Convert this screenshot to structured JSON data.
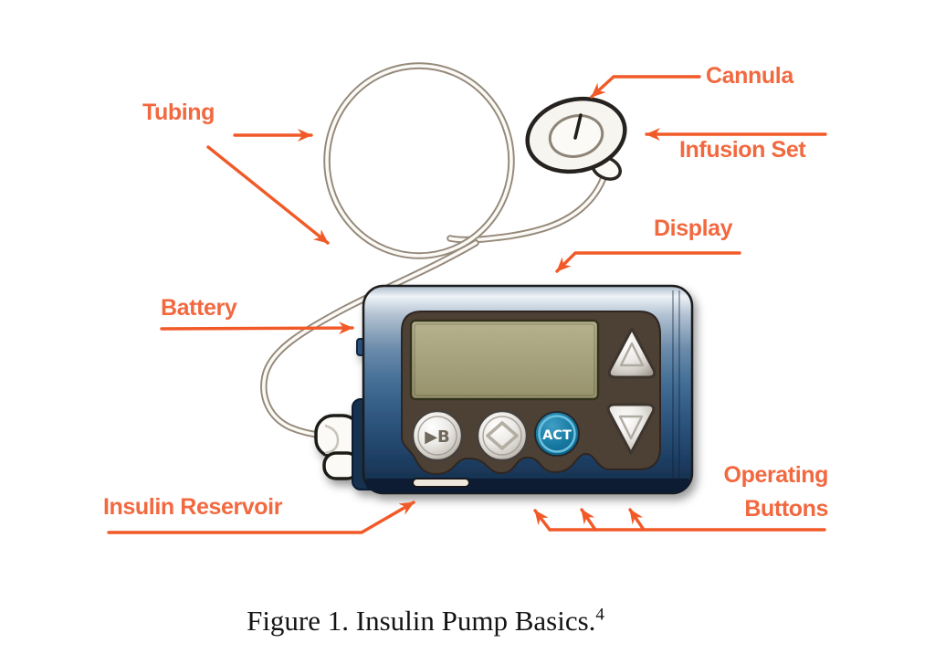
{
  "figure": {
    "labels": {
      "tubing": "Tubing",
      "cannula": "Cannula",
      "infusion_set": "Infusion Set",
      "display": "Display",
      "battery": "Battery",
      "insulin_reservoir": "Insulin Reservoir",
      "operating_buttons_line1": "Operating",
      "operating_buttons_line2": "Buttons"
    },
    "device": {
      "act_button_label": "ACT",
      "bolus_button_glyph": "▶B"
    },
    "caption": {
      "text": "Figure 1. Insulin Pump Basics.",
      "superscript": "4"
    },
    "colors": {
      "label_text": "#f2683f",
      "arrow": "#f15a28",
      "tubing_line": "#95897a",
      "pump_body_blue": "#35608f",
      "pump_body_dark": "#152d4c",
      "bezel_brown": "#4e4036",
      "lcd_green": "#a6a27d",
      "act_teal": "#15779f",
      "button_silver": "#d9d6d0"
    }
  }
}
